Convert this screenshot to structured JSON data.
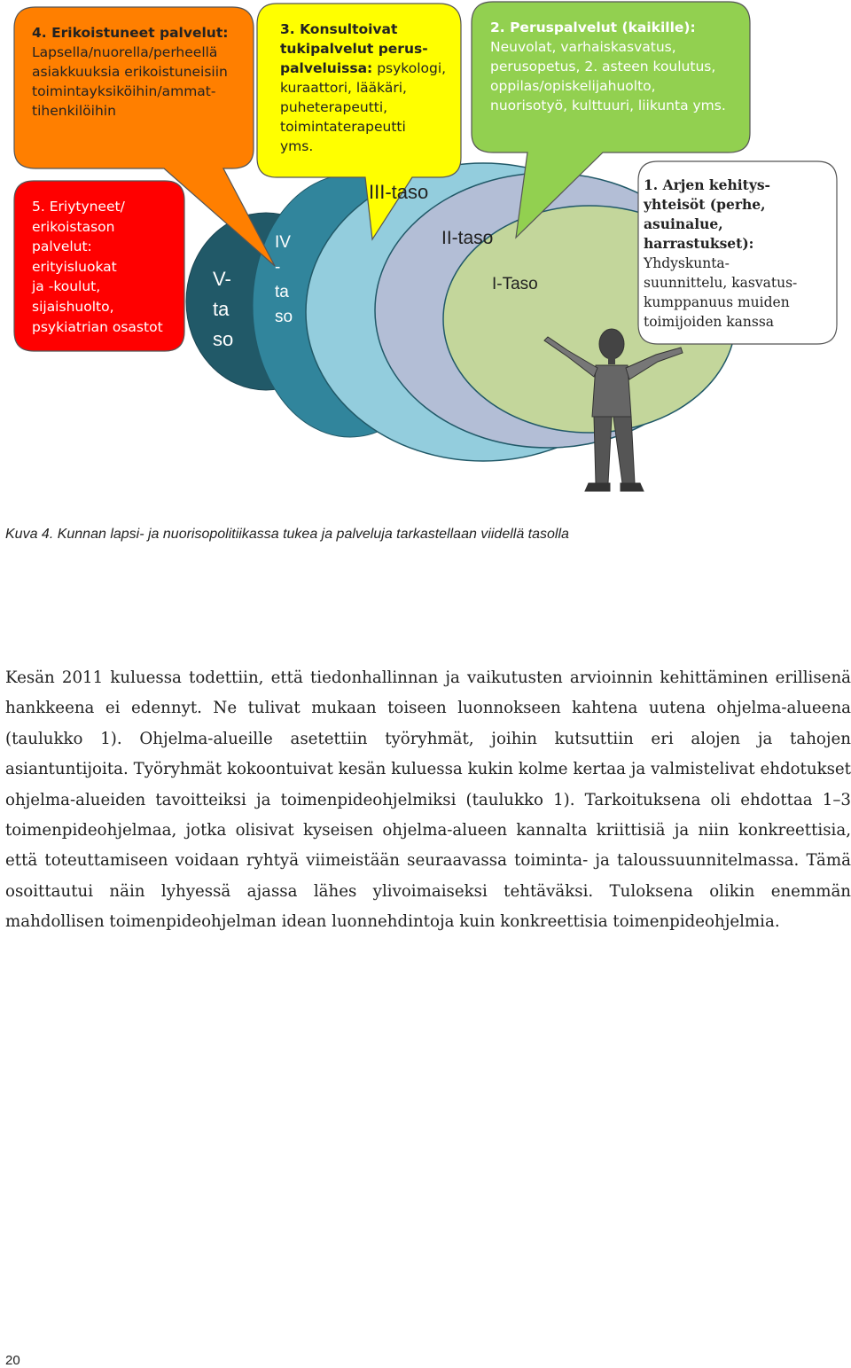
{
  "figure": {
    "bubble4": {
      "title": "4. Erikoistuneet palvelut:",
      "lines": [
        "Lapsella/nuorella/perheellä",
        "asiakkuuksia erikoistuneisiin",
        "toimintayksiköihin/ammat-",
        "tihenkilöihin"
      ],
      "color": "#ff7f00"
    },
    "bubble3": {
      "title_lines": [
        "3. Konsultoivat",
        "tukipalvelut perus-",
        "palveluissa:"
      ],
      "lines": [
        "psykologi,",
        "kuraattori, lääkäri,",
        "puheterapeutti,",
        "toimintaterapeutti",
        "yms."
      ],
      "color": "#ffff00"
    },
    "bubble2": {
      "title": "2. Peruspalvelut (kaikille):",
      "lines": [
        "Neuvolat, varhaiskasvatus,",
        "perusopetus, 2. asteen koulutus,",
        "oppilas/opiskelijahuolto,",
        "nuorisotyö, kulttuuri, liikunta yms."
      ],
      "color": "#92d050"
    },
    "bubble5": {
      "lines": [
        "5. Eriytyneet/",
        "erikoistason",
        "palvelut:",
        "erityisluokat",
        "ja -koulut,",
        "sijaishuolto,",
        "psykiatrian osastot"
      ],
      "color": "#ff0000"
    },
    "bubble1": {
      "title_lines": [
        "1. Arjen kehitys-",
        "yhteisöt (perhe,",
        "asuinalue,",
        "harrastukset):"
      ],
      "lines": [
        "Yhdyskunta-",
        "suunnittelu, kasvatus-",
        "kumppanuus muiden",
        "toimijoiden kanssa"
      ]
    },
    "tiers": {
      "t5": [
        "V-",
        "ta",
        "so"
      ],
      "t4": [
        "IV",
        "-",
        "ta",
        "so"
      ],
      "t3": "III-taso",
      "t2": "II-taso",
      "t1": "I-Taso"
    },
    "colors": {
      "tier5": "#215968",
      "tier4": "#31859c",
      "tier3": "#93cddd",
      "tier2": "#b3bed6",
      "tier1": "#c3d69b"
    }
  },
  "caption": "Kuva 4. Kunnan lapsi- ja nuorisopolitiikassa tukea ja palveluja tarkastellaan viidellä tasolla",
  "paragraph": "Kesän 2011 kuluessa todettiin, että tiedonhallinnan ja vaikutusten arvioinnin kehittäminen erillisenä hankkeena ei edennyt. Ne tulivat mukaan toiseen luonnokseen kahtena uutena ohjelma-alueena (taulukko 1). Ohjelma-alueille asetettiin työryhmät, joihin kutsuttiin eri alojen ja tahojen asiantuntijoita. Työryhmät kokoontuivat kesän kuluessa kukin kolme kertaa ja valmistelivat ehdotukset ohjelma-alueiden tavoitteiksi ja toimenpideohjelmiksi (taulukko 1). Tarkoituksena oli ehdottaa 1–3 toimenpideohjelmaa, jotka olisivat kyseisen ohjelma-alueen kannalta kriittisiä ja niin konkreettisia, että toteuttamiseen voidaan ryhtyä viimeistään seuraavassa toiminta- ja taloussuunnitelmassa. Tämä osoittautui näin lyhyessä ajassa lähes ylivoimaiseksi tehtäväksi. Tuloksena olikin enemmän mahdollisen toimenpideohjelman idean luonnehdintoja kuin konkreettisia toimenpideohjelmia.",
  "page_number": "20"
}
